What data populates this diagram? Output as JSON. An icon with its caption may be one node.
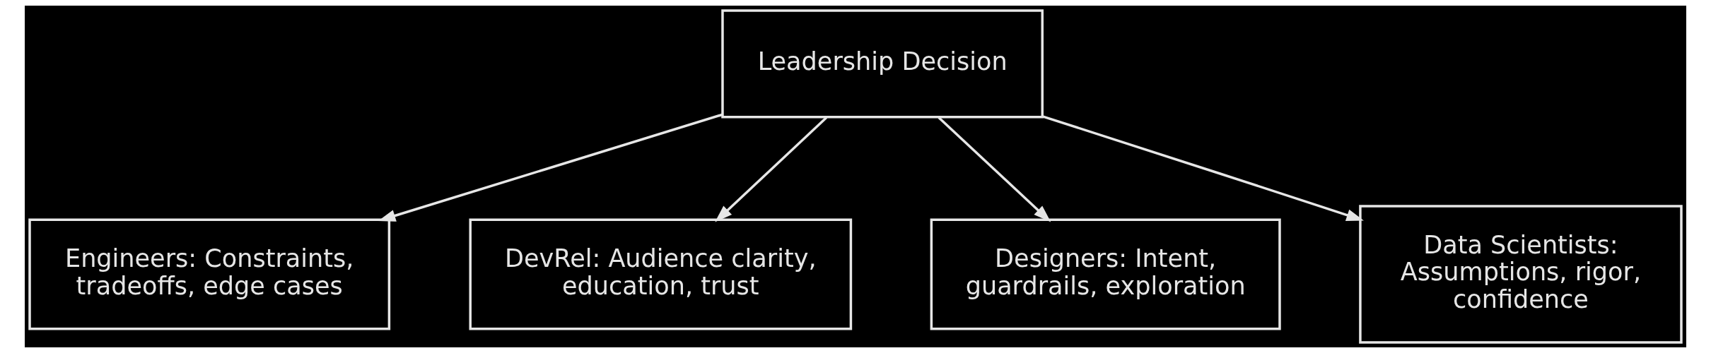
{
  "diagram": {
    "nodes": [
      {
        "text": [
          "Leadership Decision"
        ]
      },
      {
        "text": [
          "Engineers: Constraints, tradeoffs, edge cases"
        ]
      },
      {
        "text": [
          "DevRel: Audience clarity, education, trust"
        ]
      },
      {
        "text": [
          "Designers: Intent, guardrails, exploration"
        ]
      },
      {
        "text": [
          "Data Scientists: Assumptions, rigor, confidence"
        ]
      }
    ],
    "edges": [
      {
        "from": 0,
        "to": 1,
        "arrow": "to"
      },
      {
        "from": 0,
        "to": 2,
        "arrow": "to"
      },
      {
        "from": 0,
        "to": 3,
        "arrow": "to"
      },
      {
        "from": 0,
        "to": 4,
        "arrow": "to"
      }
    ]
  }
}
